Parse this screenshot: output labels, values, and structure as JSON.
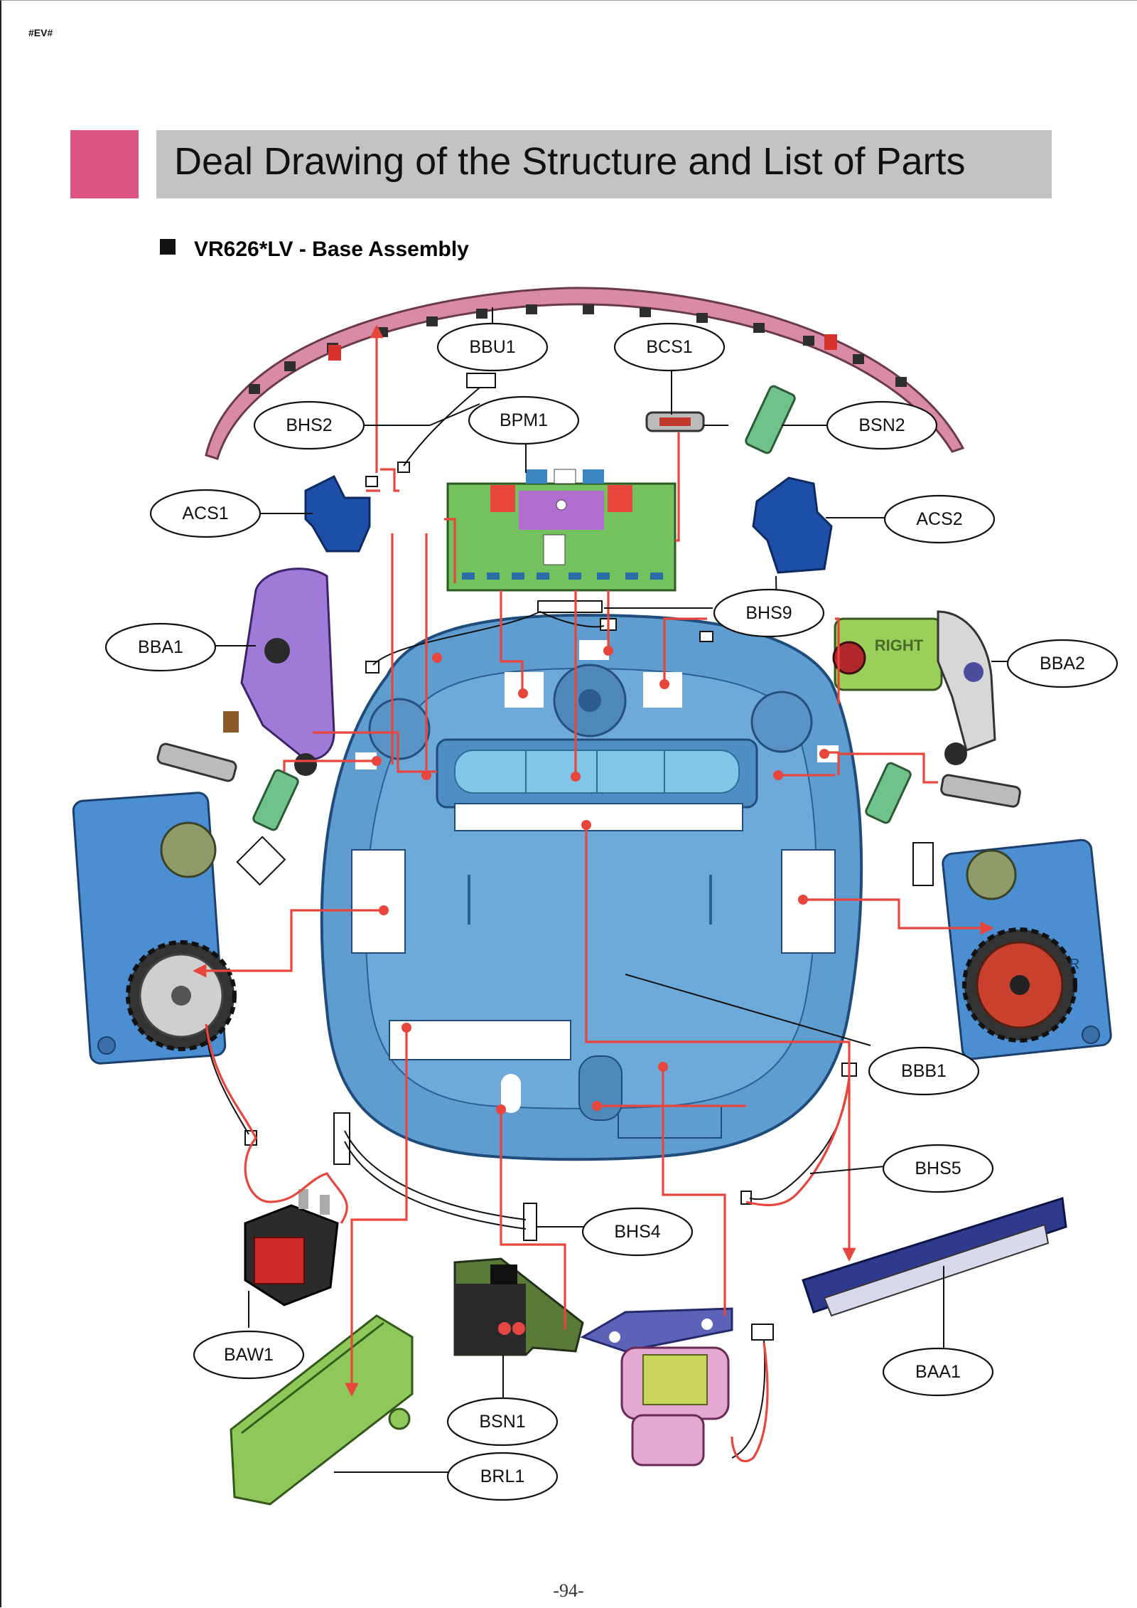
{
  "corner_tag": "#EV#",
  "page_title": "Deal Drawing of the Structure and List of Parts",
  "section_title": "VR626*LV - Base Assembly",
  "page_number": "-94-",
  "colors": {
    "accent": "#de5583",
    "title_bar": "#c3c3c3",
    "connector": "#e8453c"
  },
  "parts": {
    "bbu1": "BBU1",
    "bcs1": "BCS1",
    "bhs2": "BHS2",
    "bpm1": "BPM1",
    "bsn2": "BSN2",
    "acs1": "ACS1",
    "acs2": "ACS2",
    "bba1": "BBA1",
    "bhs9": "BHS9",
    "bba2": "BBA2",
    "bbb1": "BBB1",
    "bhs5": "BHS5",
    "bhs4": "BHS4",
    "baw1": "BAW1",
    "baa1": "BAA1",
    "bsn1": "BSN1",
    "brl1": "BRL1"
  },
  "embossed": {
    "right_label": "RIGHT",
    "wheel_mark": "R"
  }
}
